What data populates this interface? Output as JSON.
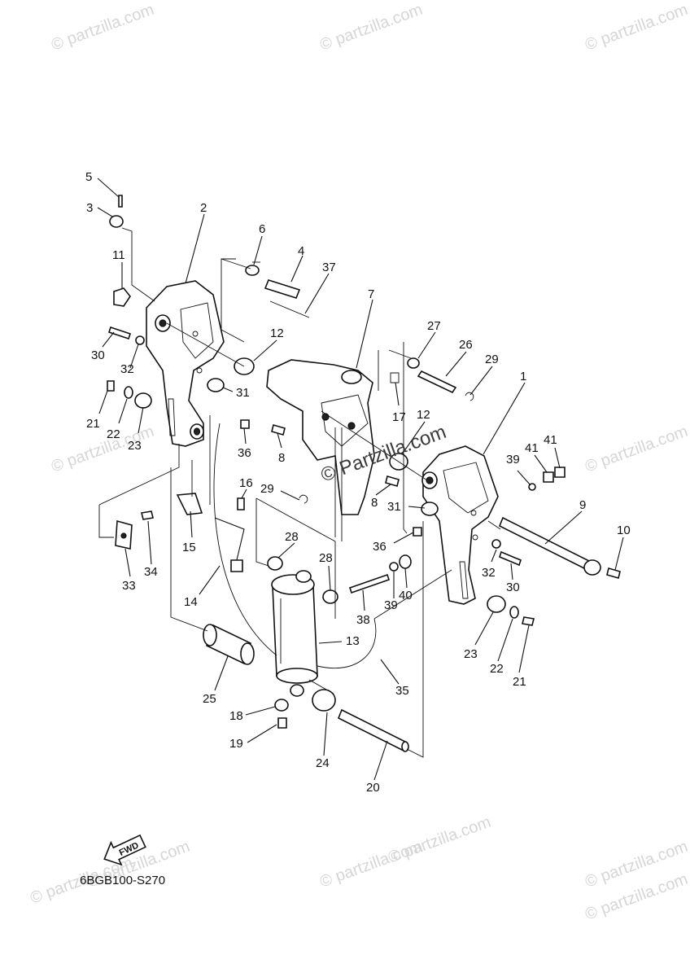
{
  "watermarks": [
    "© partzilla.com",
    "© partzilla.com",
    "© partzilla.com",
    "© partzilla.com",
    "© partzilla.com",
    "© partzilla.com",
    "© partzilla.com",
    "© partzilla.com",
    "© partzilla.com",
    "© partzilla.com",
    "© partzilla.com"
  ],
  "center_watermark": "© Partzilla.com",
  "fwd_label": "FWD",
  "diagram_code": "6BGB100-S270",
  "callouts": [
    "5",
    "3",
    "2",
    "6",
    "4",
    "37",
    "11",
    "7",
    "12",
    "27",
    "26",
    "29",
    "30",
    "32",
    "31",
    "1",
    "21",
    "22",
    "23",
    "17",
    "12",
    "36",
    "8",
    "39",
    "41",
    "41",
    "16",
    "29",
    "8",
    "9",
    "31",
    "15",
    "28",
    "10",
    "36",
    "33",
    "34",
    "28",
    "32",
    "30",
    "14",
    "38",
    "39",
    "40",
    "13",
    "23",
    "22",
    "21",
    "35",
    "25",
    "18",
    "19",
    "24",
    "20"
  ]
}
